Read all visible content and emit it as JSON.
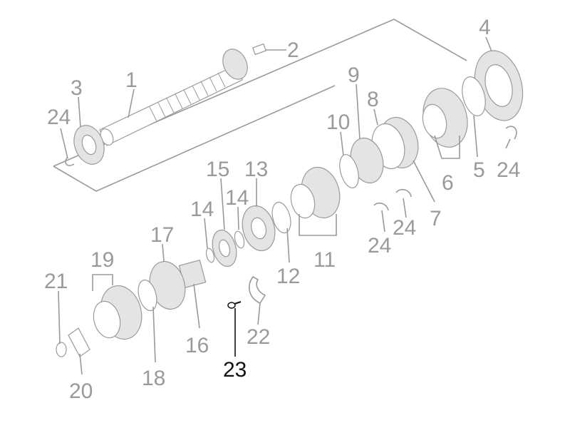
{
  "diagram": {
    "labels": [
      {
        "id": "1",
        "text": "1"
      },
      {
        "id": "2",
        "text": "2"
      },
      {
        "id": "3",
        "text": "3"
      },
      {
        "id": "4",
        "text": "4"
      },
      {
        "id": "5",
        "text": "5"
      },
      {
        "id": "6",
        "text": "6"
      },
      {
        "id": "7",
        "text": "7"
      },
      {
        "id": "8",
        "text": "8"
      },
      {
        "id": "9",
        "text": "9"
      },
      {
        "id": "10",
        "text": "10"
      },
      {
        "id": "11",
        "text": "11"
      },
      {
        "id": "12",
        "text": "12"
      },
      {
        "id": "13",
        "text": "13"
      },
      {
        "id": "14a",
        "text": "14"
      },
      {
        "id": "14b",
        "text": "14"
      },
      {
        "id": "15",
        "text": "15"
      },
      {
        "id": "16",
        "text": "16"
      },
      {
        "id": "17",
        "text": "17"
      },
      {
        "id": "18",
        "text": "18"
      },
      {
        "id": "19",
        "text": "19"
      },
      {
        "id": "20",
        "text": "20"
      },
      {
        "id": "21",
        "text": "21"
      },
      {
        "id": "22",
        "text": "22"
      },
      {
        "id": "23",
        "text": "23"
      },
      {
        "id": "24a",
        "text": "24"
      },
      {
        "id": "24b",
        "text": "24"
      },
      {
        "id": "24c",
        "text": "24"
      },
      {
        "id": "24d",
        "text": "24"
      }
    ],
    "highlighted_label": "23",
    "colors": {
      "drawing": "#9a9a9a",
      "highlight": "#111111",
      "background": "#ffffff"
    }
  }
}
